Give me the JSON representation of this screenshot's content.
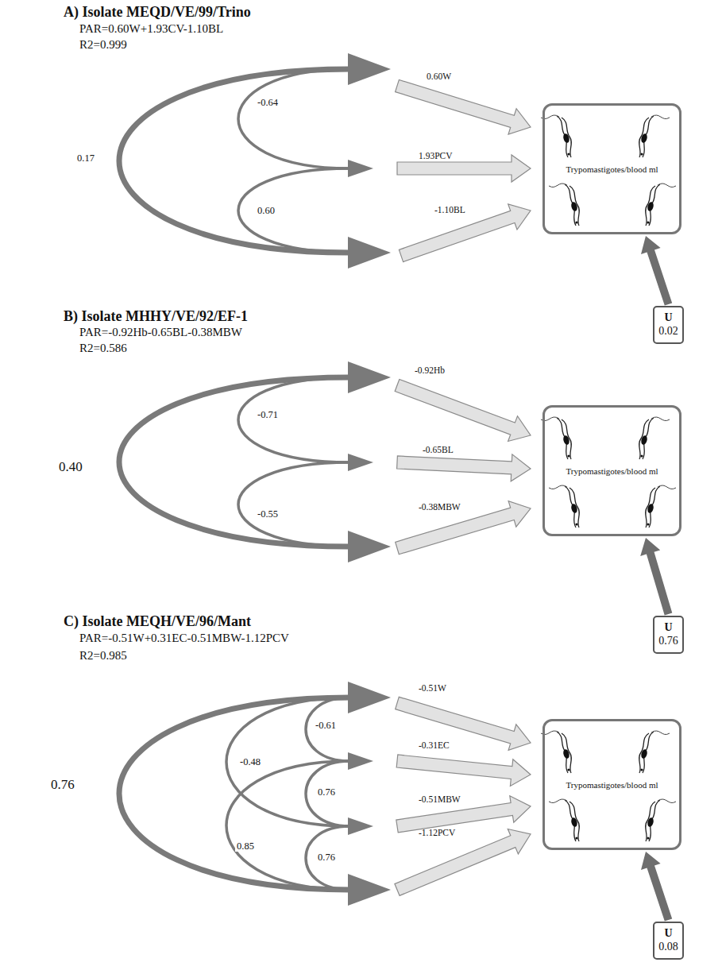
{
  "diagram": {
    "nodes": [
      {
        "text": [
          "Trypomastigotes/blood ml"
        ]
      },
      {
        "text": [
          "U",
          "0.02"
        ]
      },
      {
        "text": [
          "Trypomastigotes/blood ml"
        ]
      },
      {
        "text": [
          "U",
          "0.76"
        ]
      },
      {
        "text": [
          "Trypomastigotes/blood ml"
        ]
      },
      {
        "text": [
          "U",
          "0.08"
        ]
      }
    ],
    "edges": [
      {
        "from": 1,
        "to": 0,
        "arrow": "to"
      },
      {
        "from": 3,
        "to": 2,
        "arrow": "to"
      },
      {
        "from": 5,
        "to": 4,
        "arrow": "to"
      }
    ],
    "labels": [
      "A) Isolate MEQD/VE/99/Trino",
      "PAR=0.60W+1.93CV-1.10BL",
      "R2=0.999",
      "0.17",
      "-0.64",
      "0.60",
      "0.60W",
      "1.93PCV",
      "-1.10BL",
      "B) Isolate MHHY/VE/92/EF-1",
      "PAR=-0.92Hb-0.65BL-0.38MBW",
      "R2=0.586",
      "0.40",
      "-0.71",
      "-0.55",
      "-0.92Hb",
      "-0.65BL",
      "-0.38MBW",
      "C) Isolate MEQH/VE/96/Mant",
      "PAR=-0.51W+0.31EC-0.51MBW-1.12PCV",
      "R2=0.985",
      "0.76",
      "-0.61",
      "-0.48",
      "0.76",
      "0.85",
      "0.76",
      "-0.51W",
      "-0.31EC",
      "-0.51MBW",
      "-1.12PCV"
    ]
  }
}
